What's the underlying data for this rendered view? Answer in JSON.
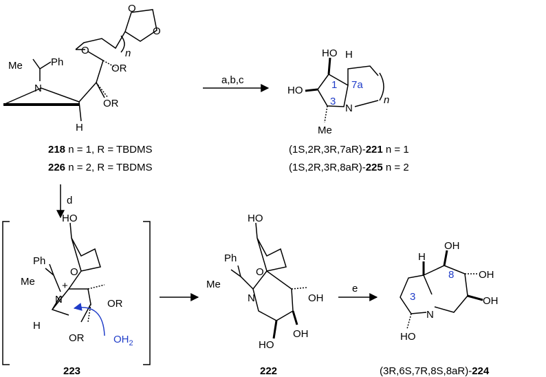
{
  "atoms": {
    "O": "O",
    "OR": "OR",
    "N": "N",
    "H": "H",
    "Ph": "Ph",
    "Me": "Me",
    "HO": "HO",
    "OH": "OH",
    "OH2": "OH",
    "OH2_sub": "2",
    "plus": "+",
    "n": "n"
  },
  "locants": {
    "c1": "1",
    "c3": "3",
    "c7a": "7a",
    "c8": "8"
  },
  "labels": {
    "cmpd218": {
      "num": "218",
      "rest": " n = 1,  R = TBDMS"
    },
    "cmpd226": {
      "num": "226",
      "rest": " n = 2,  R = TBDMS"
    },
    "cmpd221": {
      "prefix": "(1S,2R,3R,7aR)-",
      "num": "221",
      "suffix": "  n = 1"
    },
    "cmpd225": {
      "prefix": "(1S,2R,3R,8aR)-",
      "num": "225",
      "suffix": "  n = 2"
    },
    "cmpd223": {
      "num": "223"
    },
    "cmpd222": {
      "num": "222"
    },
    "cmpd224": {
      "prefix": "(3R,6S,7R,8S,8aR)-",
      "num": "224"
    }
  },
  "reagents": {
    "arrow1": "a,b,c",
    "arrow2": "d",
    "arrow3": "e"
  }
}
